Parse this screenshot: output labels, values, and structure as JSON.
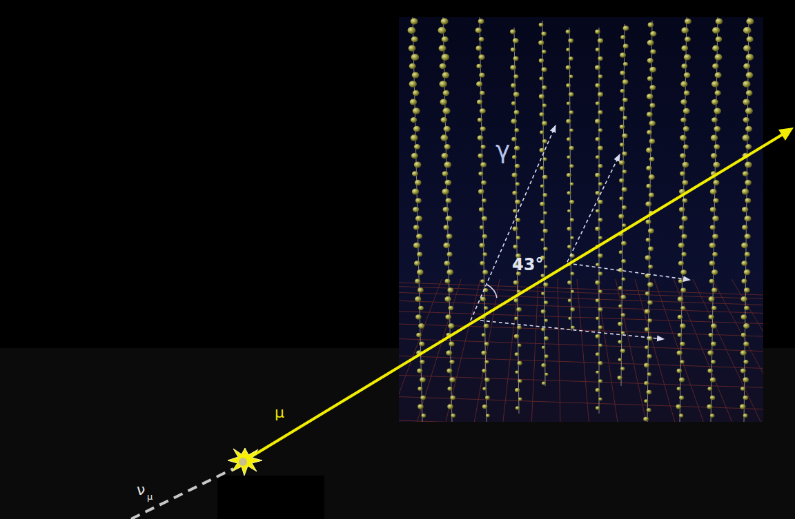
{
  "diagram": {
    "labels": [
      "γ",
      "43°",
      "μ",
      "ν",
      "μ"
    ]
  }
}
